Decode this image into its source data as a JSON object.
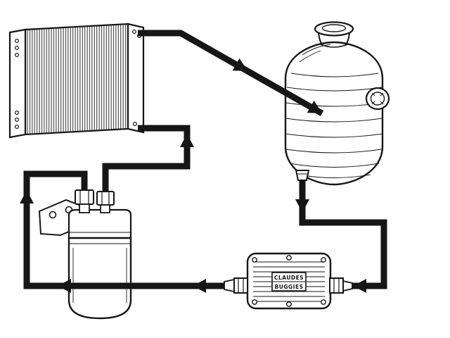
{
  "canvas": {
    "background": "#ffffff",
    "line_color": "#161616"
  },
  "components": {
    "oil_cooler": {
      "name": "oil-cooler"
    },
    "oil_tank": {
      "name": "oil-tank"
    },
    "oil_filter": {
      "name": "oil-filter"
    },
    "pump": {
      "name": "pump-housing",
      "plate": {
        "line1": "CLAUDES",
        "line2": "BUGGIES"
      }
    }
  },
  "flow": {
    "arrow_count": 8
  }
}
